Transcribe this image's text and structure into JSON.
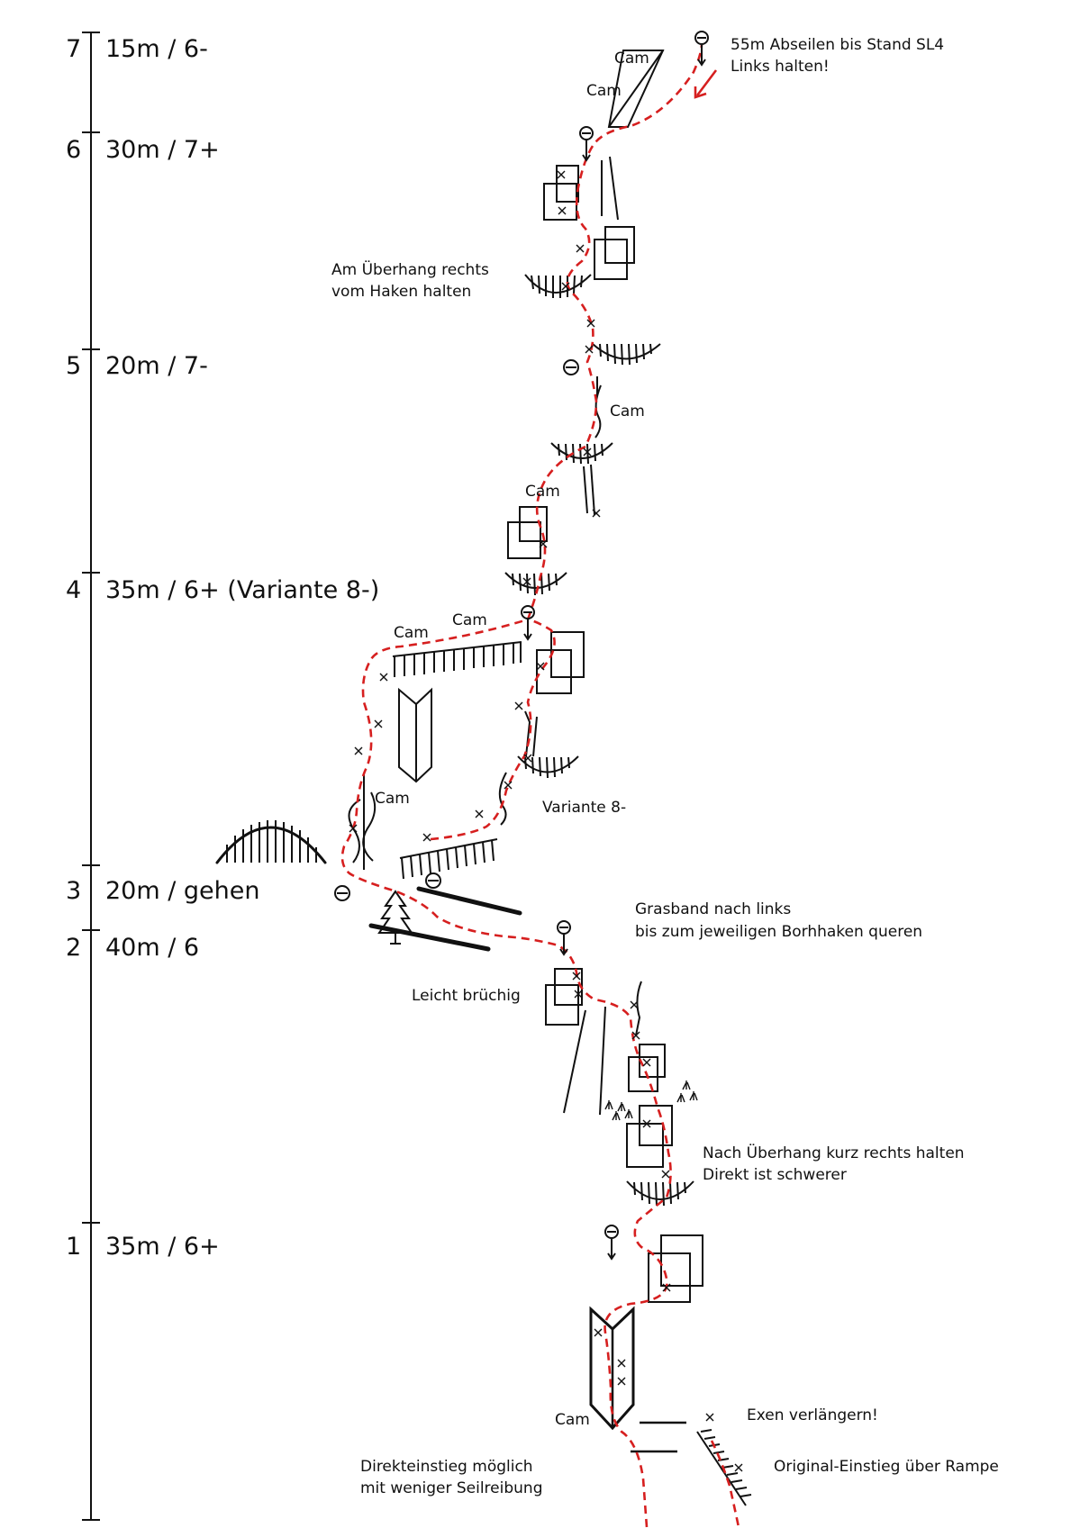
{
  "pitches": [
    {
      "number": "7",
      "label": "15m / 6-"
    },
    {
      "number": "6",
      "label": "30m / 7+"
    },
    {
      "number": "5",
      "label": "20m / 7-"
    },
    {
      "number": "4",
      "label": "35m / 6+ (Variante 8-)"
    },
    {
      "number": "3",
      "label": "20m / gehen"
    },
    {
      "number": "2",
      "label": "40m / 6"
    },
    {
      "number": "1",
      "label": "35m / 6+"
    }
  ],
  "annotations": {
    "abseil_line1": "55m Abseilen bis Stand SL4",
    "abseil_line2": "Links halten!",
    "overhang_right_line1": "Am Überhang rechts",
    "overhang_right_line2": "vom Haken halten",
    "variante": "Variante 8-",
    "grasband_line1": "Grasband nach links",
    "grasband_line2": "bis zum jeweiligen Borhhaken queren",
    "leicht_bruechig": "Leicht brüchig",
    "nach_ueberhang_line1": "Nach Überhang kurz rechts halten",
    "nach_ueberhang_line2": "Direkt ist schwerer",
    "exen": "Exen verlängern!",
    "original_einstieg": "Original-Einstieg über Rampe",
    "direkteinstieg_line1": "Direkteinstieg möglich",
    "direkteinstieg_line2": "mit weniger Seilreibung"
  },
  "cam_label": "Cam",
  "colors": {
    "route": "#d61f1f",
    "ink": "#111111"
  },
  "icons": [
    "belay-station-icon",
    "bolt-icon",
    "tree-icon",
    "overhang-icon",
    "crack-icon",
    "dihedral-icon",
    "grass-icon"
  ]
}
